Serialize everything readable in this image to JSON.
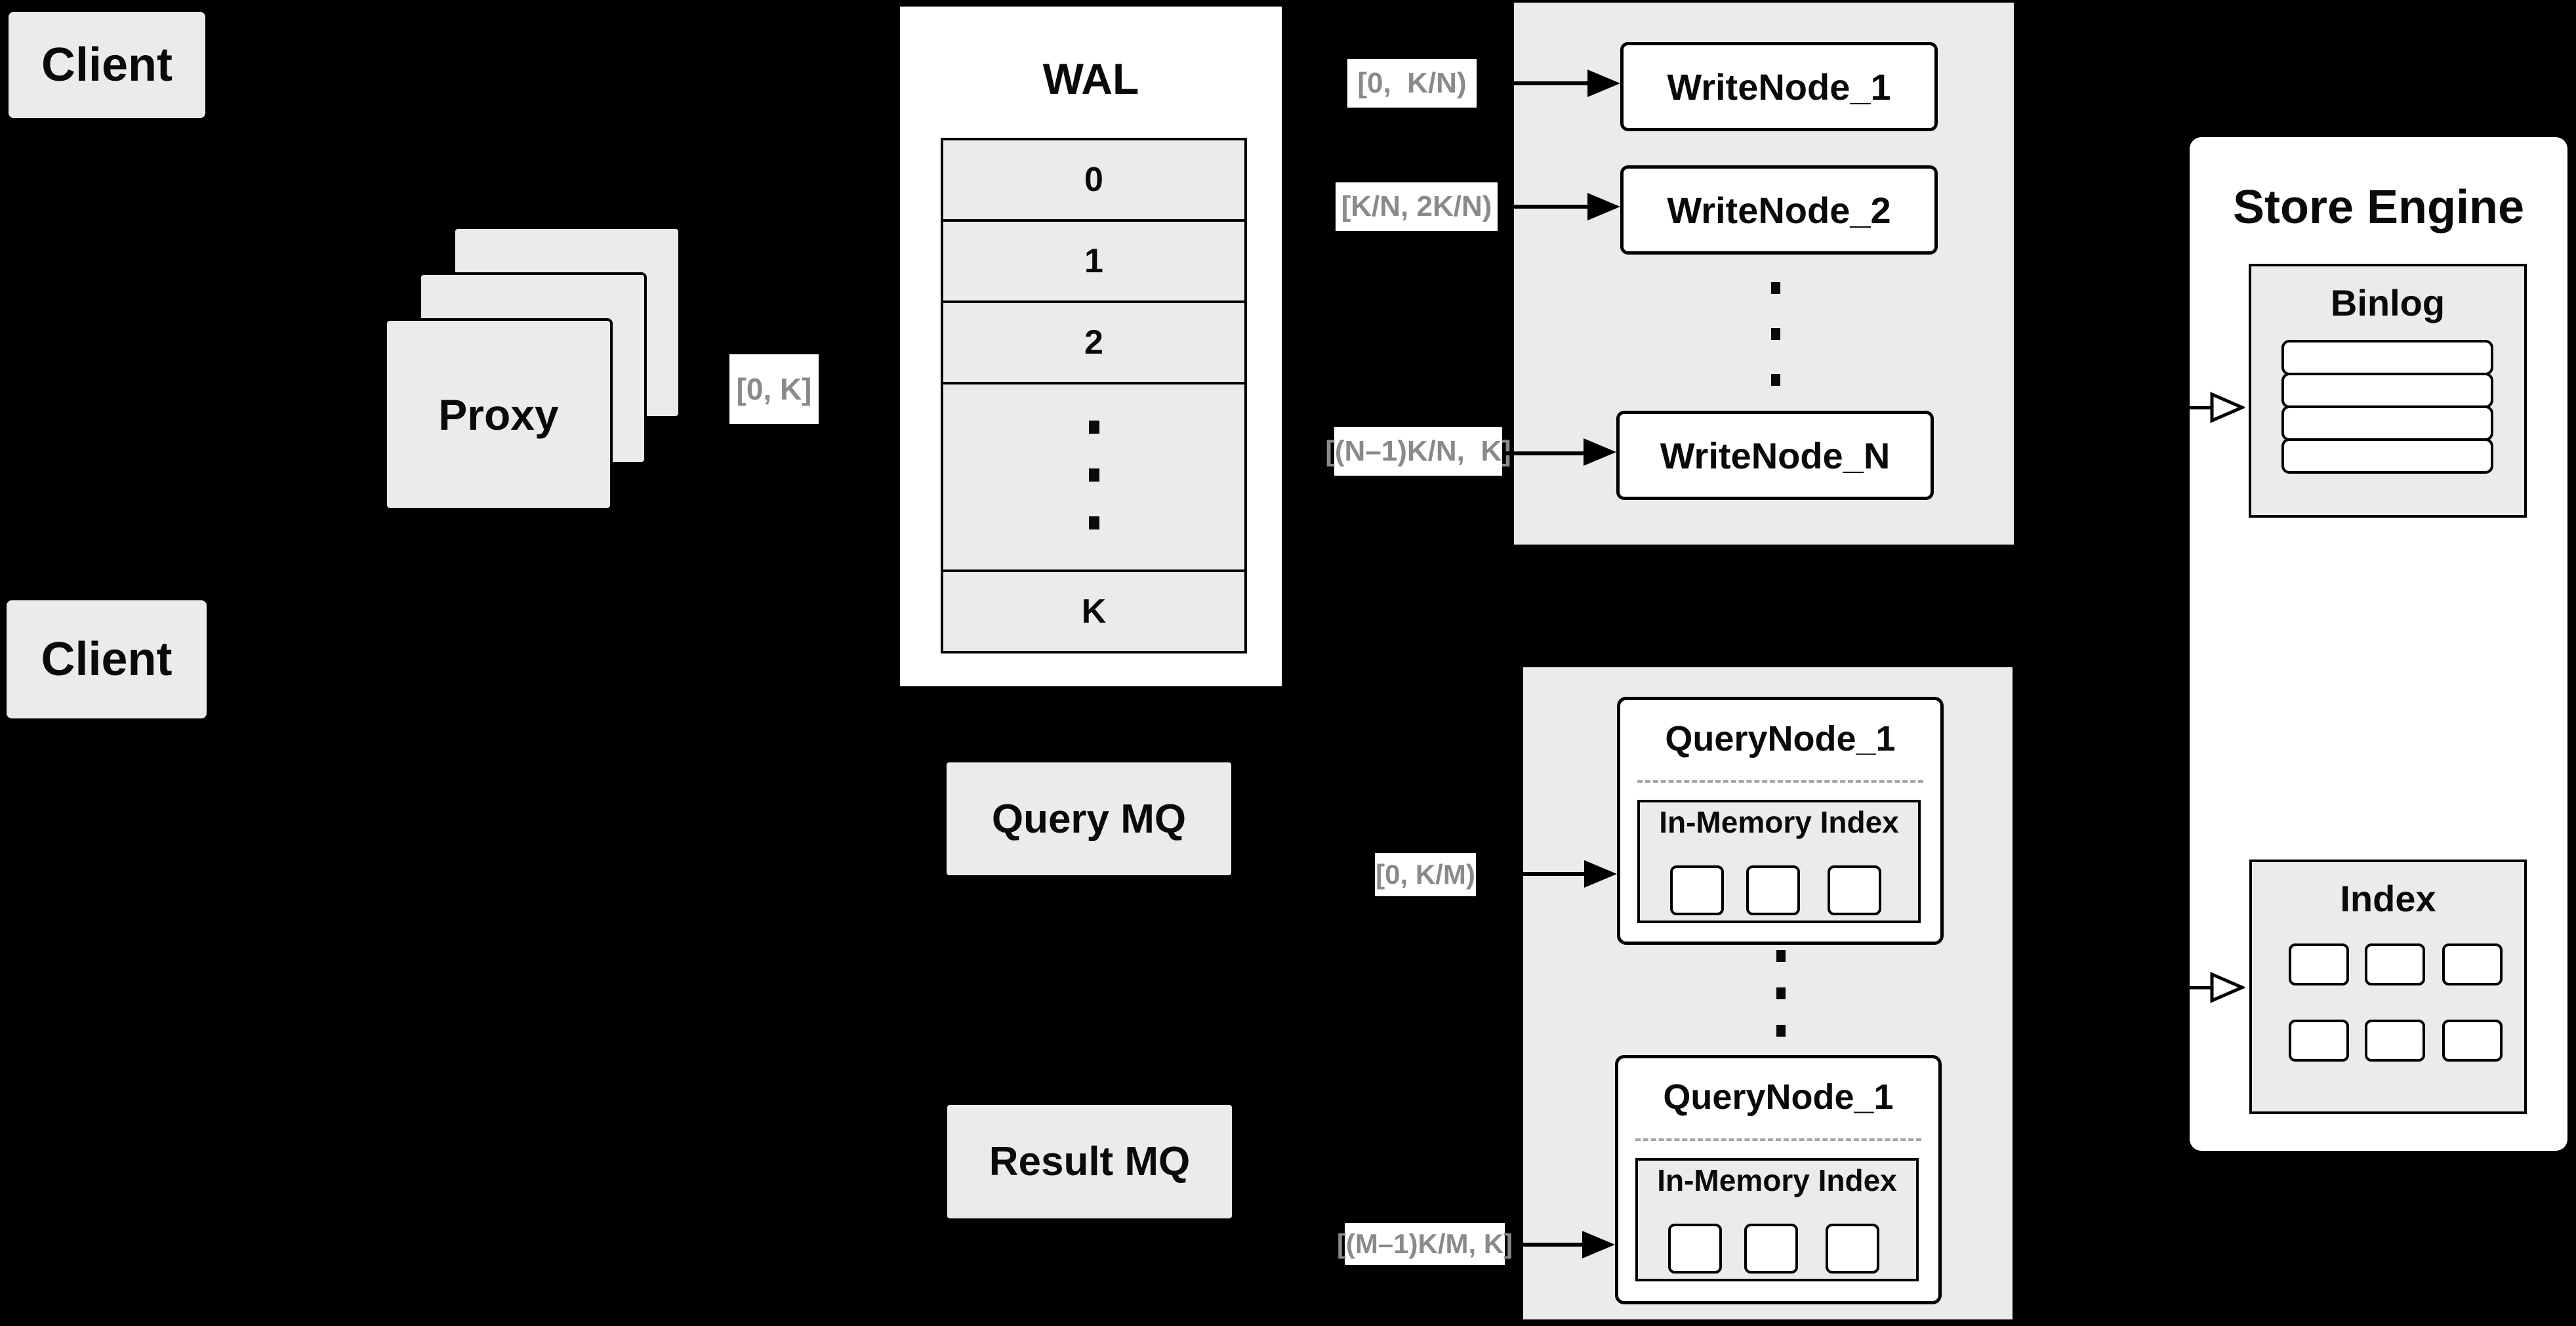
{
  "diagram": {
    "clients": {
      "top_label": "Client",
      "bottom_label": "Client"
    },
    "proxy": {
      "label": "Proxy",
      "range_label": "[0, K]"
    },
    "wal": {
      "title": "WAL",
      "rows": [
        "0",
        "1",
        "2"
      ],
      "last_row": "K"
    },
    "write_group": {
      "nodes": [
        {
          "label": "WriteNode_1",
          "range": "[0,  K/N)"
        },
        {
          "label": "WriteNode_2",
          "range": "[K/N, 2K/N)"
        },
        {
          "label": "WriteNode_N",
          "range": "[(N–1)K/N,  K]"
        }
      ]
    },
    "mq": {
      "query_label": "Query MQ",
      "result_label": "Result MQ"
    },
    "query_group": {
      "nodes": [
        {
          "label": "QueryNode_1",
          "memory_label": "In-Memory Index",
          "range": "[0, K/M)"
        },
        {
          "label": "QueryNode_1",
          "memory_label": "In-Memory Index",
          "range": "[(M–1)K/M, K]"
        }
      ]
    },
    "store_engine": {
      "title": "Store Engine",
      "binlog_title": "Binlog",
      "index_title": "Index"
    },
    "colors": {
      "background": "#000000",
      "box_gray": "#ebebeb",
      "card_white": "#ffffff",
      "line_black": "#000000",
      "range_text_gray": "#8a8a8a"
    }
  }
}
